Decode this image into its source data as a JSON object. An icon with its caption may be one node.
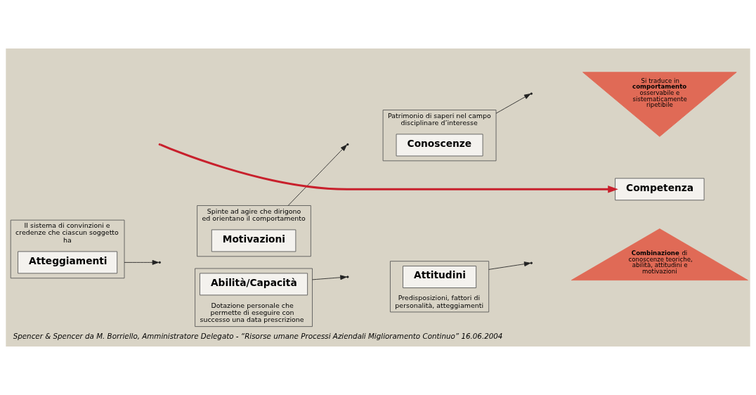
{
  "diagram": {
    "caption": "Spencer & Spencer da M. Borriello, Amministratore Delegato - “Risorse umane Processi Aziendali Miglioramento Continuo” 16.06.2004",
    "nodes": [
      {
        "text": [
          "Il sistema di convinzioni e credenze che ciascun soggetto ha"
        ]
      },
      {
        "text": [
          "Atteggiamenti"
        ],
        "in": 0
      },
      {
        "text": [
          "Spinte ad agire che dirigono ed orientano il comportamento"
        ]
      },
      {
        "text": [
          "Motivazioni"
        ],
        "in": 2
      },
      {
        "text": [
          "Patrimonio di saperi nel campo disciplinare d’interesse"
        ]
      },
      {
        "text": [
          "Conoscenze"
        ],
        "in": 4
      },
      {
        "text": [
          "Si traduce in **comportamento** osservabile e sistematicamente ripetibile"
        ]
      },
      {
        "text": [
          "Competenza"
        ]
      },
      {
        "text": [
          "**Combinazione** di conoscenze teoriche, abilità, attitudini e motivazioni"
        ]
      },
      {
        "text": [
          "Dotazione personale che permette di eseguire con successo una data prescrizione"
        ]
      },
      {
        "text": [
          "Abilità/Capacità"
        ],
        "in": 9
      },
      {
        "text": [
          "Predisposizioni, fattori di personalità, atteggiamenti"
        ]
      },
      {
        "text": [
          "Attitudini"
        ],
        "in": 11
      }
    ],
    "edges": [
      {
        "from": 0,
        "to": null,
        "arrow": "to"
      },
      {
        "from": null,
        "to": 7,
        "arrow": "to",
        "style": "thick",
        "color": "#c8202c"
      },
      {
        "from": 2,
        "to": null,
        "arrow": "to"
      },
      {
        "from": 4,
        "to": null,
        "arrow": "to"
      },
      {
        "from": 9,
        "to": null,
        "arrow": "to"
      },
      {
        "from": 11,
        "to": null,
        "arrow": "to"
      }
    ]
  }
}
